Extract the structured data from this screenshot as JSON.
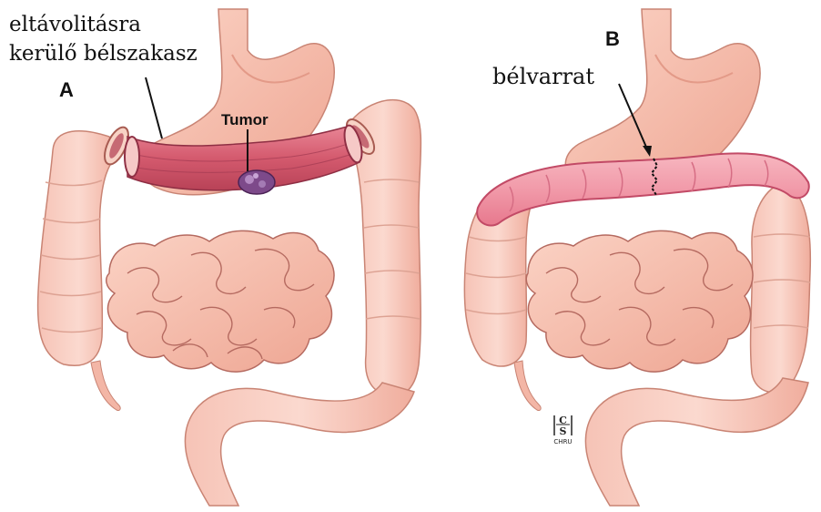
{
  "panels": [
    {
      "letter": "A",
      "label_line1": "eltávolitásra",
      "label_line2": "kerülő bélszakasz",
      "tumor_label": "Tumor"
    },
    {
      "letter": "B",
      "label": "bélvarrat"
    }
  ],
  "logo": {
    "line1": "C",
    "line2": "S",
    "line3": "CHRU"
  },
  "colors": {
    "tissue": "#f3b9a9",
    "tissue_dark": "#d98c80",
    "colon_highlight": "#e56f86",
    "segment": "#d86476",
    "outline": "#b56a60"
  }
}
